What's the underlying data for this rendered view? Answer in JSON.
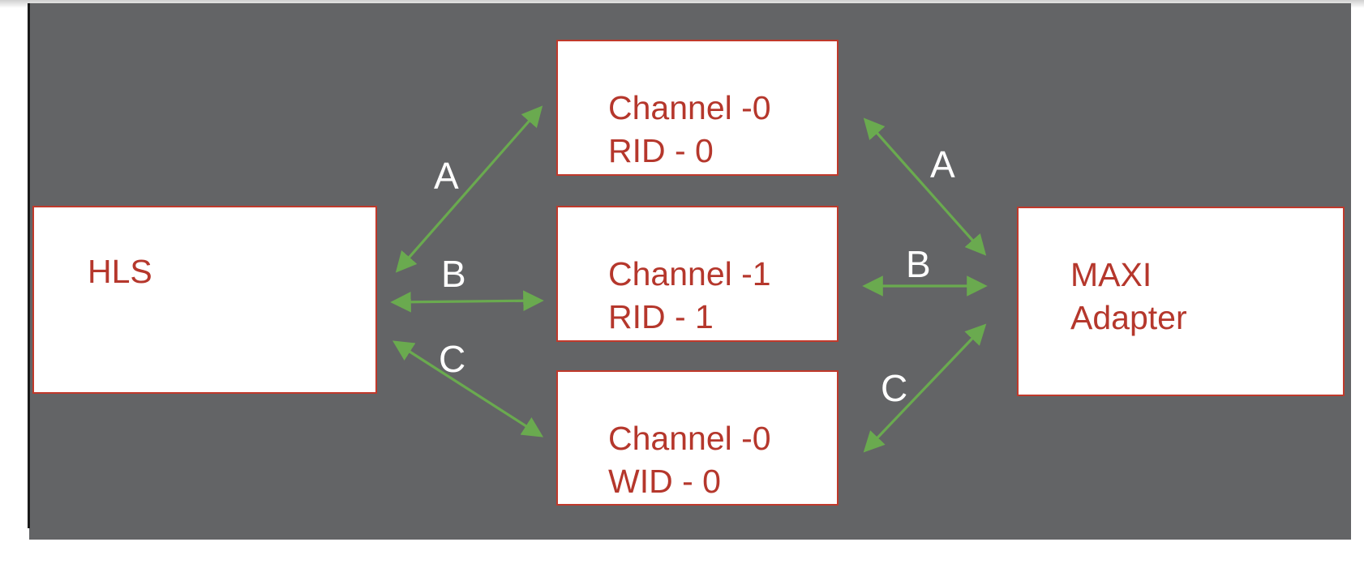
{
  "nodes": {
    "hls": {
      "label": "HLS"
    },
    "ch_rid0": {
      "line1": "Channel -0",
      "line2": "RID - 0"
    },
    "ch_rid1": {
      "line1": "Channel -1",
      "line2": "RID - 1"
    },
    "ch_wid0": {
      "line1": "Channel -0",
      "line2": "WID - 0"
    },
    "maxi": {
      "line1": "MAXI",
      "line2": "Adapter"
    }
  },
  "edges": {
    "left_a": "A",
    "left_b": "B",
    "left_c": "C",
    "right_a": "A",
    "right_b": "B",
    "right_c": "C"
  },
  "colors": {
    "background": "#636466",
    "box_fill": "#ffffff",
    "box_border": "#c0392b",
    "box_text": "#b5372c",
    "arrow": "#6aaa4f",
    "edge_label": "#ffffff"
  }
}
